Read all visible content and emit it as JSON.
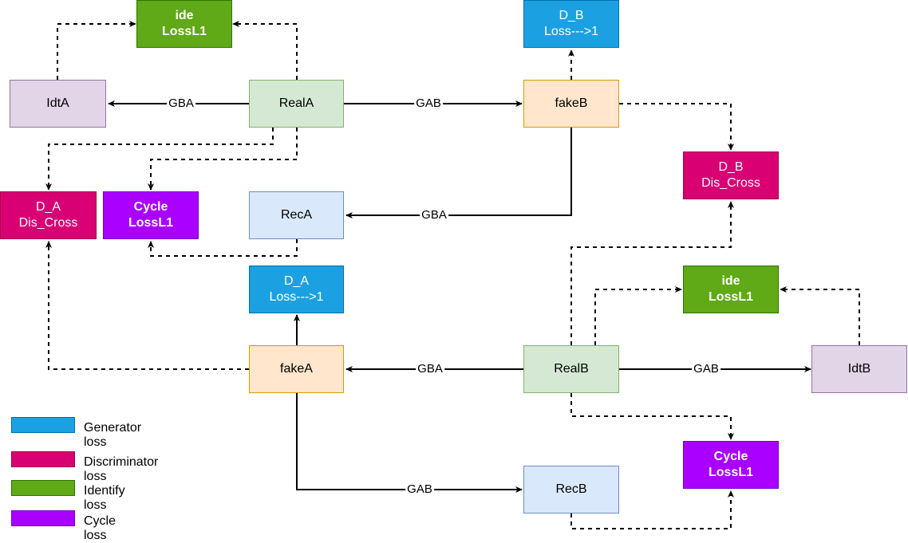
{
  "colors": {
    "real": {
      "fill": "#d5e8d4",
      "stroke": "#82b366"
    },
    "fake": {
      "fill": "#ffe6cc",
      "stroke": "#d79b00"
    },
    "rec": {
      "fill": "#dae8fc",
      "stroke": "#6c8ebf"
    },
    "idt": {
      "fill": "#e1d5e7",
      "stroke": "#9673a6"
    },
    "generator": {
      "fill": "#1ba1e2",
      "stroke": "#006eaf"
    },
    "discriminator": {
      "fill": "#d80073",
      "stroke": "#a50040"
    },
    "identify": {
      "fill": "#60a917",
      "stroke": "#2d7600"
    },
    "cycle": {
      "fill": "#aa00ff",
      "stroke": "#7700cc"
    }
  },
  "nodes": {
    "ide_a": [
      "ide",
      "LossL1"
    ],
    "d_b_gen": [
      "D_B",
      "Loss--->1"
    ],
    "idt_a": [
      "IdtA"
    ],
    "real_a": [
      "RealA"
    ],
    "fake_b": [
      "fakeB"
    ],
    "d_b_dis": [
      "D_B",
      "Dis_Cross"
    ],
    "d_a_dis": [
      "D_A",
      "Dis_Cross"
    ],
    "cycle_a": [
      "Cycle",
      "LossL1"
    ],
    "rec_a": [
      "RecA"
    ],
    "d_a_gen": [
      "D_A",
      "Loss--->1"
    ],
    "ide_b": [
      "ide",
      "LossL1"
    ],
    "fake_a": [
      "fakeA"
    ],
    "real_b": [
      "RealB"
    ],
    "idt_b": [
      "IdtB"
    ],
    "cycle_b": [
      "Cycle",
      "LossL1"
    ],
    "rec_b": [
      "RecB"
    ]
  },
  "edge_labels": {
    "real_a_to_idt_a": "GBA",
    "real_a_to_fake_b": "GAB",
    "fake_b_to_rec_a": "GBA",
    "real_b_to_fake_a": "GBA",
    "real_b_to_idt_b": "GAB",
    "fake_a_to_rec_b": "GAB"
  },
  "legend": [
    {
      "label": "Generator loss",
      "color_key": "generator"
    },
    {
      "label": "Discriminator loss",
      "color_key": "discriminator"
    },
    {
      "label": "Identify loss",
      "color_key": "identify"
    },
    {
      "label": "Cycle loss",
      "color_key": "cycle"
    }
  ]
}
